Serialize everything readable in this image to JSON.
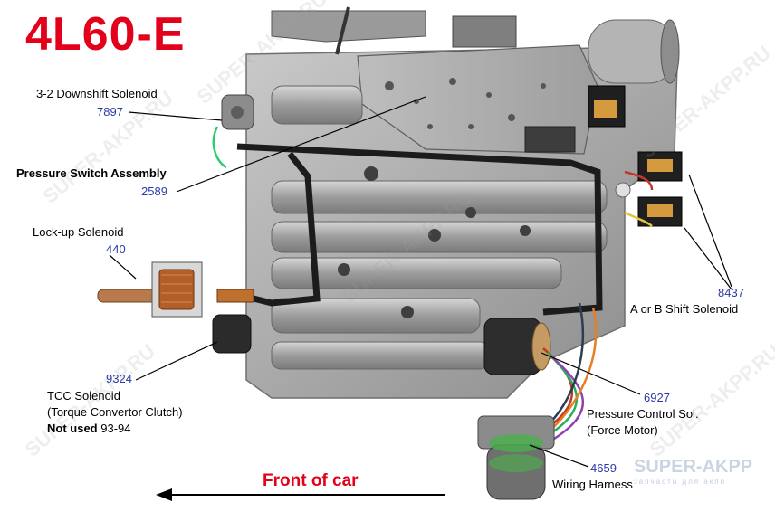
{
  "title": "4L60-E",
  "labels": {
    "downshift": {
      "name": "3-2 Downshift Solenoid",
      "code": "7897"
    },
    "pressure_switch": {
      "name": "Pressure Switch Assembly",
      "code": "2589"
    },
    "lockup": {
      "name": "Lock-up Solenoid",
      "code": "440"
    },
    "tcc": {
      "code": "9324",
      "line1": "TCC Solenoid",
      "line2": "(Torque Convertor Clutch)",
      "line3_text": "Not used",
      "line3_years": "93-94"
    },
    "shift": {
      "code": "8437",
      "name": "A or B Shift Solenoid"
    },
    "pcs": {
      "code": "6927",
      "line1": "Pressure Control Sol.",
      "line2": "(Force Motor)"
    },
    "harness": {
      "code": "4659",
      "name": "Wiring Harness"
    }
  },
  "front": "Front of car",
  "watermark": {
    "main": "SUPER-AKPP.RU",
    "logo": "SUPER-AKPP",
    "sub": "запчасти для акпп"
  },
  "colors": {
    "title": "#e3001b",
    "codes": "#2b3aa8",
    "arrow": "#e3001b"
  }
}
